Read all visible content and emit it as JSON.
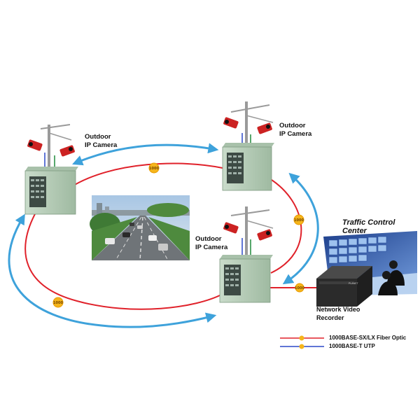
{
  "cameras": [
    {
      "line1": "Outdoor",
      "line2": "IP Camera"
    },
    {
      "line1": "Outdoor",
      "line2": "IP Camera"
    },
    {
      "line1": "Outdoor",
      "line2": "IP Camera"
    }
  ],
  "control_center": {
    "title": "Traffic Control Center"
  },
  "nvr": {
    "line1": "Network Video",
    "line2": "Recorder",
    "brand": "PLANET"
  },
  "link_badge": "1000",
  "legend": [
    {
      "label": "1000BASE-SX/LX Fiber Optic",
      "color": "#e0212a"
    },
    {
      "label": "1000BASE-T UTP",
      "color": "#2b49c8"
    }
  ],
  "colors": {
    "fiber": "#e0212a",
    "utp": "#2b49c8",
    "arrow": "#3ea2db",
    "badge": "#f5b51b",
    "cabinet": "#b6cdb7"
  }
}
